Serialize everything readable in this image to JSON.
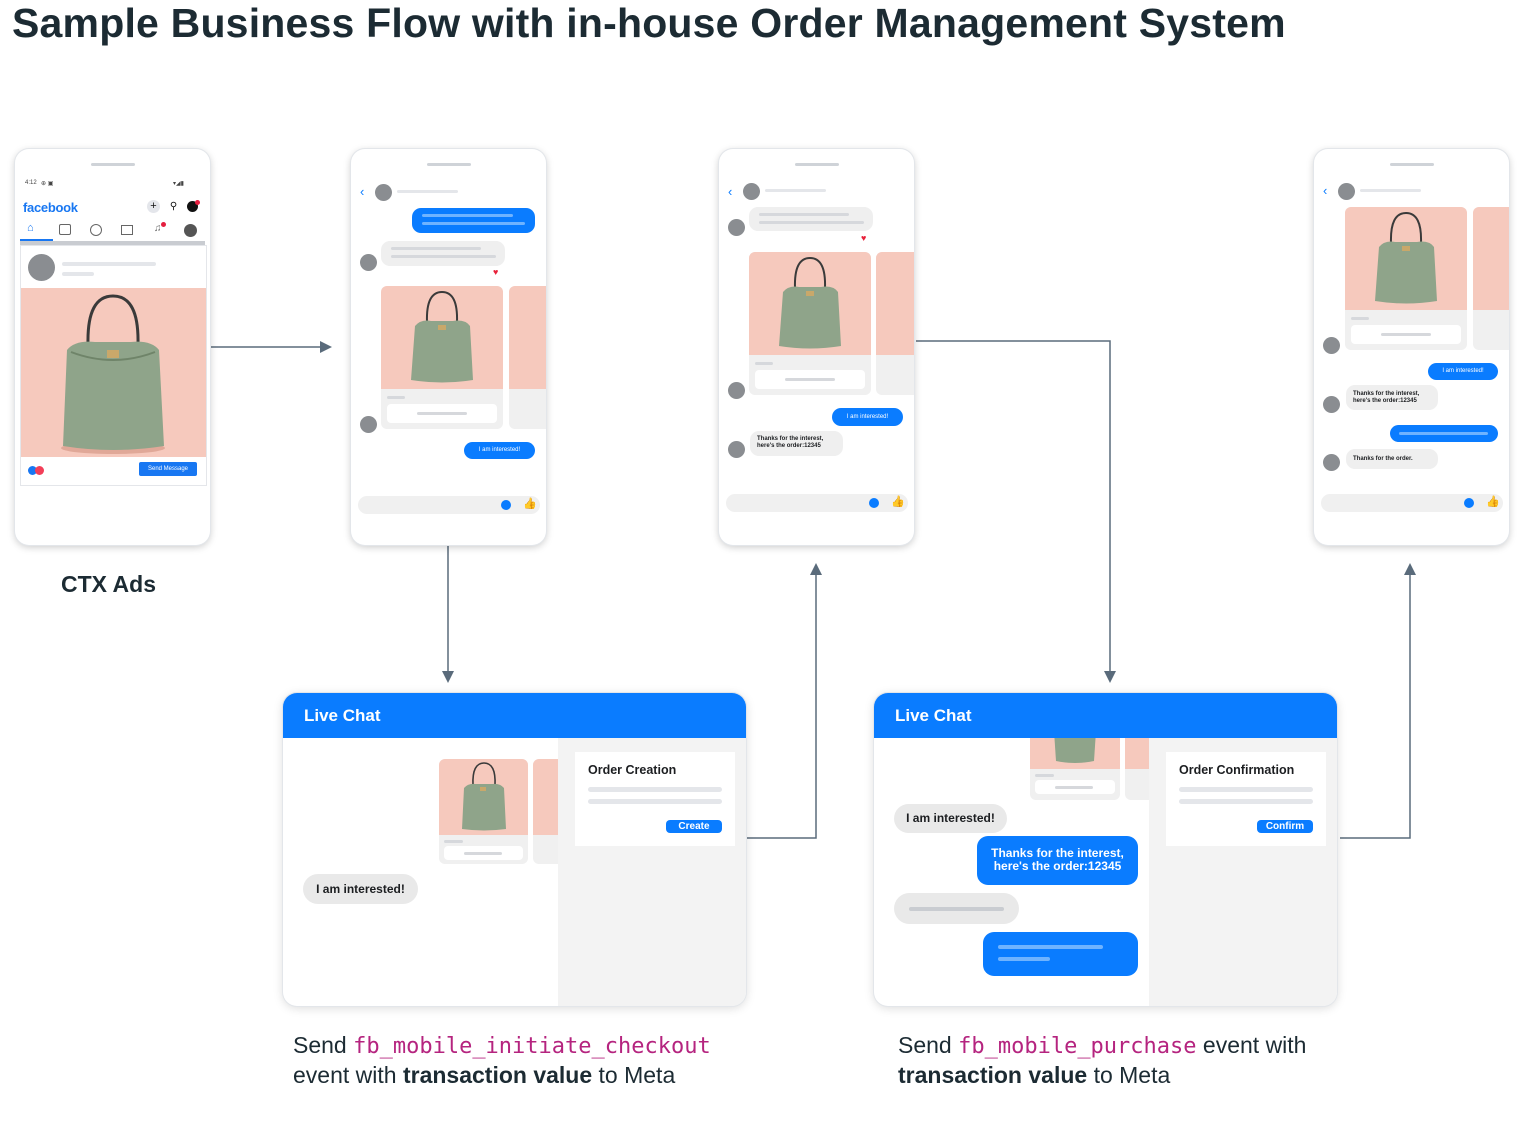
{
  "title": "Sample Business Flow with in-house Order Management System",
  "phone1": {
    "status_time": "4:12",
    "app_name": "facebook",
    "send_button": "Send Message",
    "label": "CTX Ads"
  },
  "phone2": {
    "interested_bubble": "I am interested!"
  },
  "phone3": {
    "interested_bubble": "I am interested!",
    "reply_bubble": "Thanks for the interest,\nhere's the order:12345"
  },
  "phone4": {
    "interested_bubble": "I am interested!",
    "reply_bubble": "Thanks for the interest,\nhere's the order:12345",
    "thanks_bubble": "Thanks for the order."
  },
  "livechat1": {
    "header": "Live Chat",
    "interested": "I am interested!",
    "panel_title": "Order Creation",
    "button": "Create"
  },
  "livechat2": {
    "header": "Live Chat",
    "interested": "I am interested!",
    "reply": "Thanks for the interest,\nhere's the order:12345",
    "panel_title": "Order Confirmation",
    "button": "Confirm"
  },
  "caption1": {
    "prefix": "Send ",
    "event": "fb_mobile_initiate_checkout",
    "line2_prefix": "event with ",
    "bold": "transaction value",
    "suffix": " to Meta"
  },
  "caption2": {
    "prefix": "Send ",
    "event": "fb_mobile_purchase",
    "line1_suffix": " event with",
    "bold": "transaction value",
    "suffix": " to Meta"
  },
  "colors": {
    "messenger_blue": "#0a7cff",
    "event_code": "#b5247f",
    "connector": "#5a6b7b",
    "product_background": "#f6c9bd",
    "bag": "#8fa48a"
  }
}
